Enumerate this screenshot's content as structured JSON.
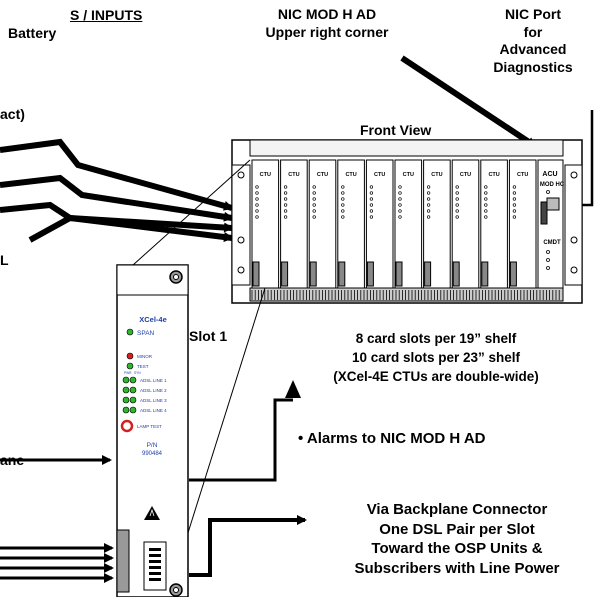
{
  "top_left": {
    "line1": "S / INPUTS",
    "line2": "Battery",
    "line3": "act)",
    "line4": "L",
    "line5": "ane"
  },
  "nic_mod": {
    "line1": "NIC MOD H AD",
    "line2": "Upper right corner"
  },
  "nic_port": {
    "line1": "NIC Port",
    "line2": "for",
    "line3": "Advanced",
    "line4": "Diagnostics"
  },
  "shelf": {
    "title": "Front View",
    "slot_labels": [
      "CTU",
      "CTU",
      "CTU",
      "CTU",
      "CTU",
      "CTU",
      "CTU",
      "CTU",
      "CTU",
      "CTU"
    ],
    "acu_label": "ACU",
    "acu_sub": "MOD HC",
    "cmdt_label": "CMDT"
  },
  "slot_caption": "Slot  1",
  "card": {
    "name": "XCel-4e",
    "span": "SPAN",
    "minor": "MINOR",
    "test": "TEST",
    "pwr": "PWR",
    "sync": "SYN",
    "adsl": [
      "ADSL LINE 1",
      "ADSL LINE 2",
      "ADSL LINE 3",
      "ADSL LINE 4"
    ],
    "lamp_test": "LAMP TEST",
    "pn_label": "P/N",
    "pn_value": "990484"
  },
  "notes": {
    "line1": "8 card slots per 19” shelf",
    "line2": "10 card slots per 23” shelf",
    "line3": "(XCel-4E CTUs are double-wide)"
  },
  "alarms": "•  Alarms to NIC MOD H AD",
  "backplane": {
    "line1": "Via Backplane Connector",
    "line2": "One DSL Pair per Slot",
    "line3": "Toward the OSP Units  &",
    "line4": "Subscribers with Line Power"
  },
  "colors": {
    "led_green": "#2fb52f",
    "led_red": "#d42020",
    "card_text_blue": "#1f3fa8",
    "line": "#000000"
  }
}
